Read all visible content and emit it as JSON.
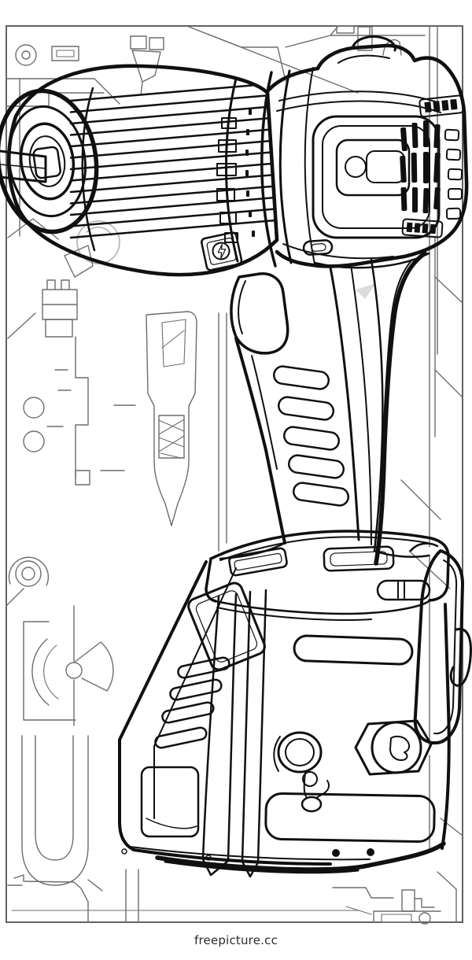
{
  "artwork": {
    "kind": "line-art coloring page",
    "subject": "cordless power drill with battery pack",
    "background_motif": "circuit-board traces and tool silhouettes",
    "ink_color": "#101010",
    "trace_color": "#6d6d6d",
    "paper_color": "#ffffff",
    "parts": [
      "drill bit",
      "keyless chuck",
      "torque collar",
      "motor housing",
      "air vents",
      "led plate",
      "trigger",
      "grip handle",
      "battery release",
      "battery pack",
      "belt clip"
    ]
  },
  "watermark": {
    "text": "freepicture.cc",
    "color": "#2b2b2b"
  }
}
